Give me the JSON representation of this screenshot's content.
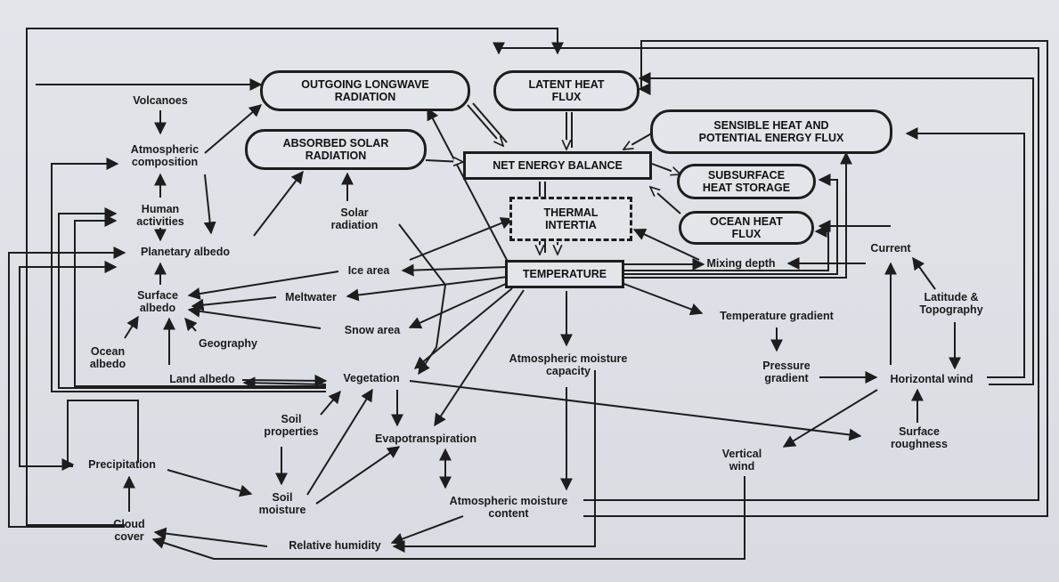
{
  "boxes": {
    "outgoing_longwave": "OUTGOING LONGWAVE\nRADIATION",
    "latent_heat": "LATENT HEAT\nFLUX",
    "sensible_heat": "SENSIBLE HEAT AND\nPOTENTIAL ENERGY FLUX",
    "absorbed_solar": "ABSORBED SOLAR\nRADIATION",
    "net_energy": "NET ENERGY BALANCE",
    "subsurface": "SUBSURFACE\nHEAT STORAGE",
    "thermal": "THERMAL\nINTERTIA",
    "ocean_heat": "OCEAN HEAT\nFLUX",
    "temperature": "TEMPERATURE"
  },
  "labels": {
    "volcanoes": "Volcanoes",
    "atm_comp": "Atmospheric\ncomposition",
    "human": "Human\nactivities",
    "planetary_albedo": "Planetary albedo",
    "surface_albedo": "Surface\nalbedo",
    "ocean_albedo": "Ocean\nalbedo",
    "geography": "Geography",
    "land_albedo": "Land albedo",
    "solar_radiation": "Solar\nradiation",
    "ice_area": "Ice area",
    "meltwater": "Meltwater",
    "snow_area": "Snow area",
    "vegetation": "Vegetation",
    "soil_properties": "Soil\nproperties",
    "evapotranspiration": "Evapotranspiration",
    "precipitation": "Precipitation",
    "soil_moisture": "Soil\nmoisture",
    "cloud_cover": "Cloud\ncover",
    "relative_humidity": "Relative humidity",
    "atm_moisture_capacity": "Atmospheric moisture\ncapacity",
    "atm_moisture_content": "Atmospheric moisture\ncontent",
    "mixing_depth": "Mixing depth",
    "current": "Current",
    "latitude_topography": "Latitude &\nTopography",
    "temp_gradient": "Temperature gradient",
    "pressure_gradient": "Pressure\ngradient",
    "horizontal_wind": "Horizontal wind",
    "surface_roughness": "Surface\nroughness",
    "vertical_wind": "Vertical\nwind"
  },
  "colors": {
    "ink": "#1d1d1d",
    "paper": "#e2e5ea"
  }
}
